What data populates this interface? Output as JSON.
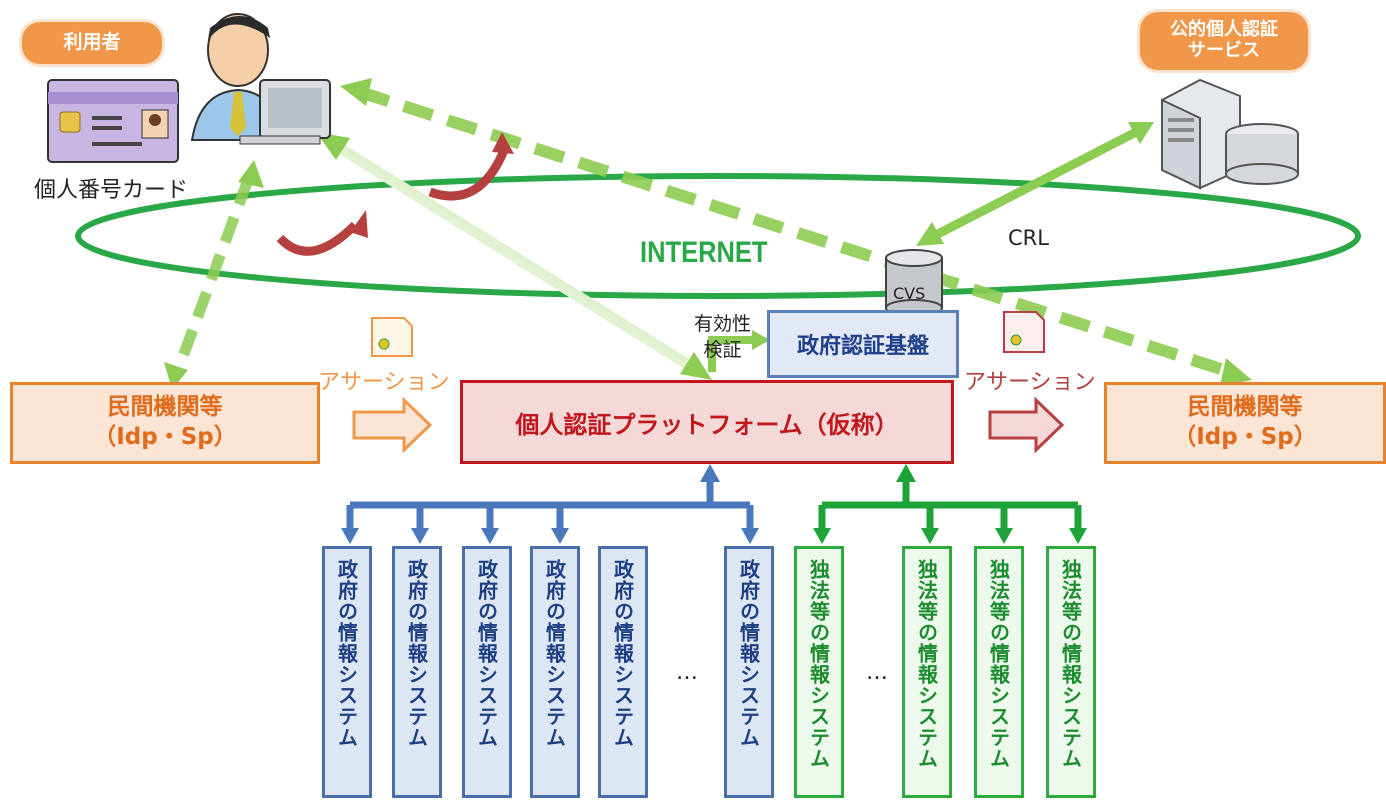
{
  "user_badge": "利用者",
  "jpki_badge": [
    "公的個人認証",
    "サービス"
  ],
  "card_caption": "個人番号カード",
  "internet_label": "INTERNET",
  "crl_label": "CRL",
  "cvs_label": "CVS",
  "validity_label": [
    "有効性",
    "検証"
  ],
  "gov_auth_label": "政府認証基盤",
  "assertion_left": "アサーション",
  "assertion_right": "アサーション",
  "platform_label": "個人認証プラットフォーム（仮称）",
  "private_org_left": [
    "民間機関等",
    "（Idp・Sp）"
  ],
  "private_org_right": [
    "民間機関等",
    "（Idp・Sp）"
  ],
  "gov_systems": [
    "政府の情報システム",
    "政府の情報システム",
    "政府の情報システム",
    "政府の情報システム",
    "政府の情報システム",
    "政府の情報システム"
  ],
  "agency_systems": [
    "独法等の情報システム",
    "独法等の情報システム",
    "独法等の情報システム",
    "独法等の情報システム"
  ],
  "ellipsis": "…",
  "colors": {
    "green": "#8dcc52",
    "internet_ring": "#2aa847",
    "curved_arrow": "#b5403f",
    "blue": "#4a78bd",
    "orange": "#f0974a"
  }
}
